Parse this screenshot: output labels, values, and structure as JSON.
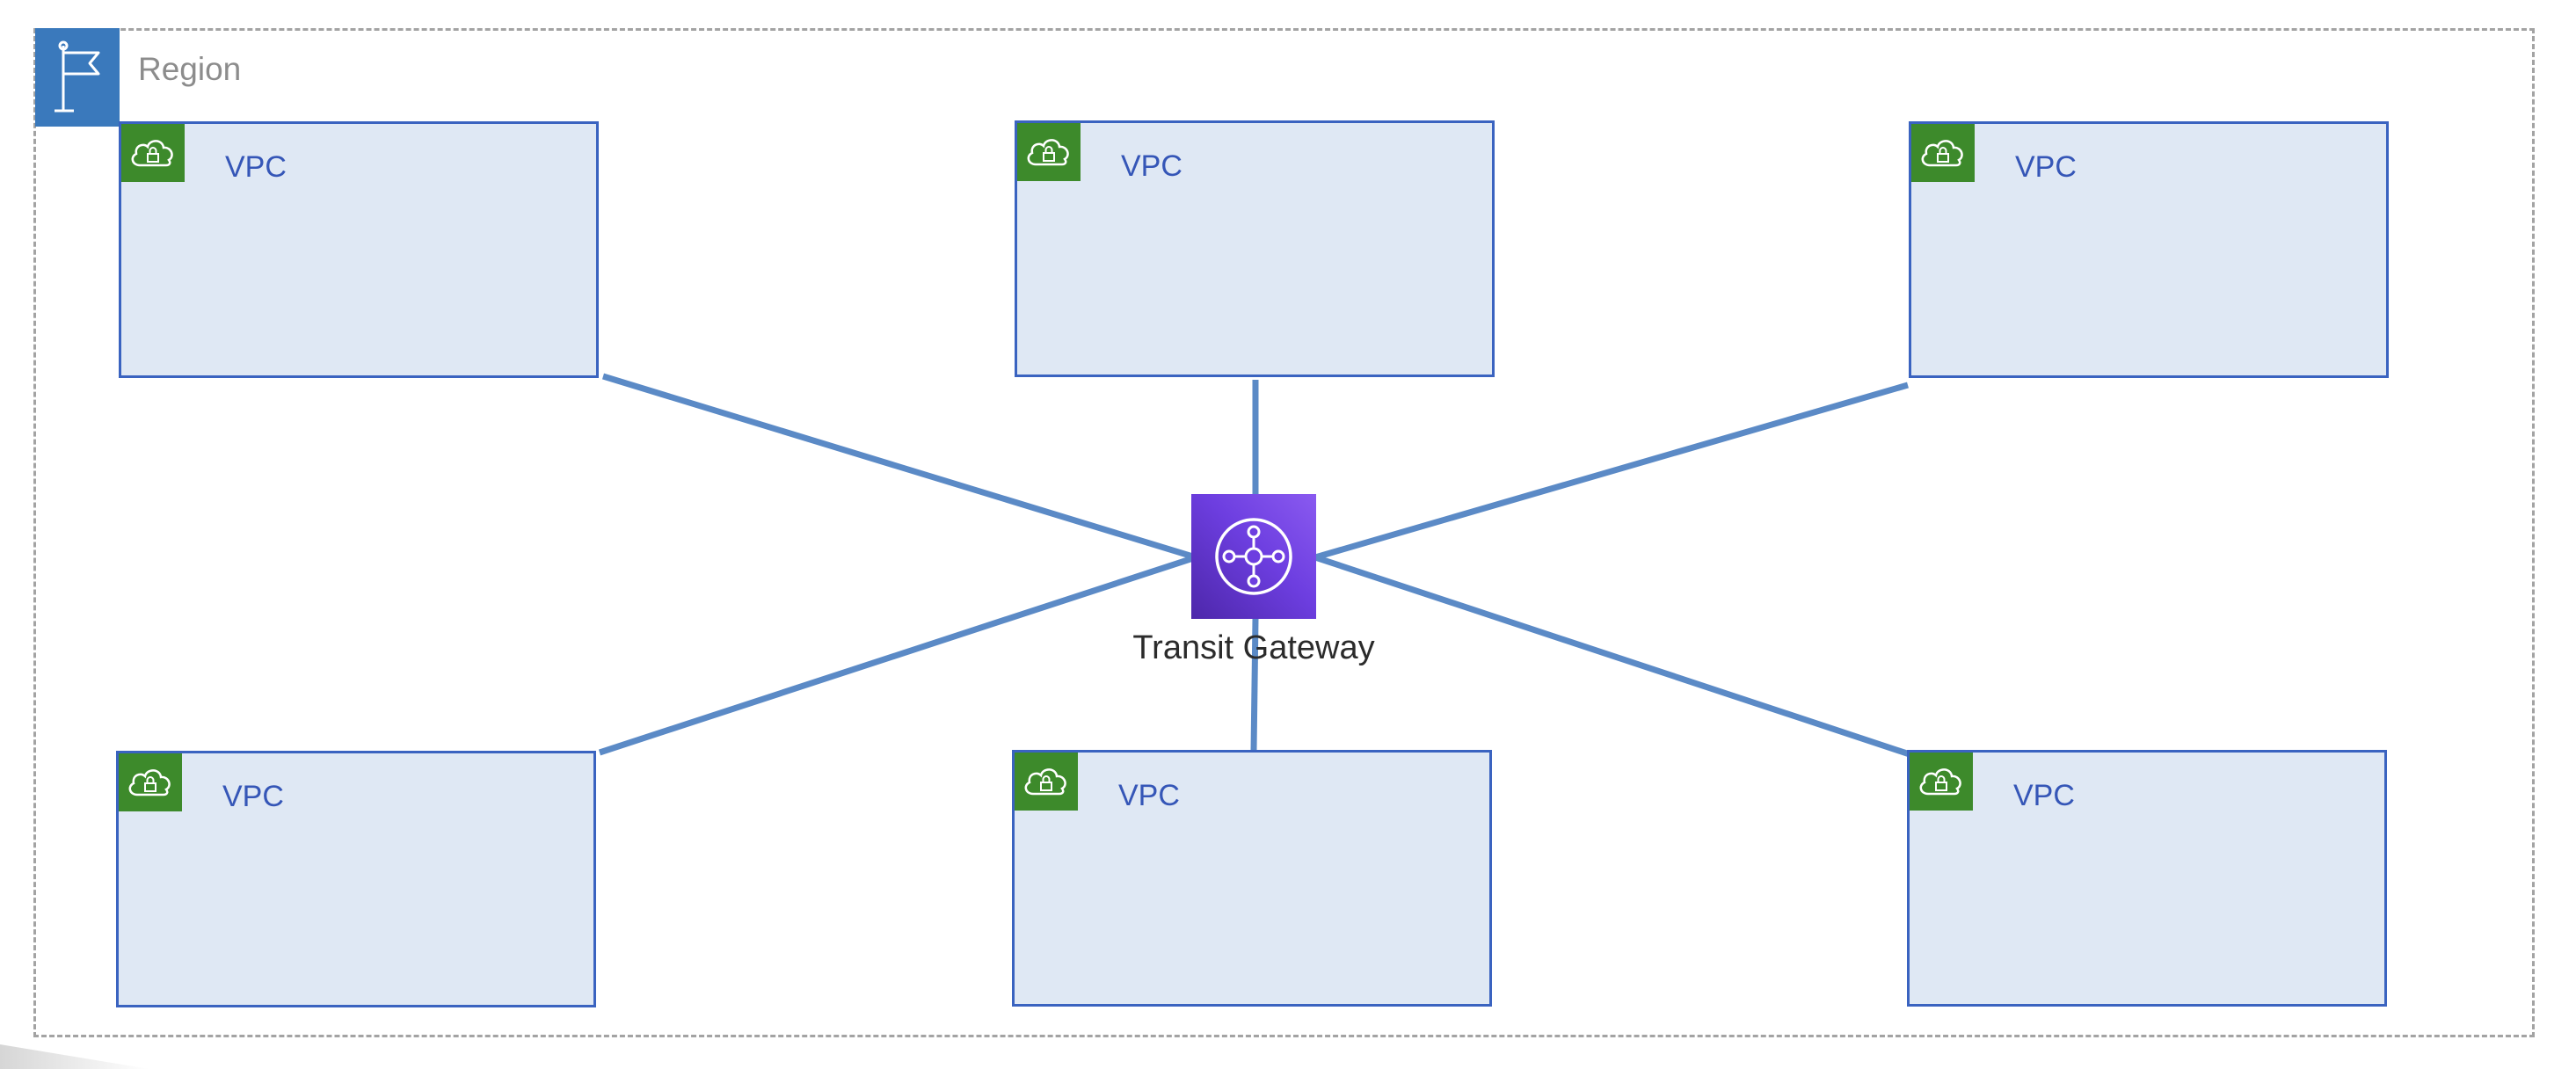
{
  "region": {
    "label": "Region",
    "icon": "flag-icon",
    "color": "#3a79bc"
  },
  "transit_gateway": {
    "label": "Transit Gateway",
    "icon": "transit-gateway-icon",
    "color": "#6d3ee0"
  },
  "vpcs": [
    {
      "label": "VPC",
      "icon": "vpc-cloud-lock-icon"
    },
    {
      "label": "VPC",
      "icon": "vpc-cloud-lock-icon"
    },
    {
      "label": "VPC",
      "icon": "vpc-cloud-lock-icon"
    },
    {
      "label": "VPC",
      "icon": "vpc-cloud-lock-icon"
    },
    {
      "label": "VPC",
      "icon": "vpc-cloud-lock-icon"
    },
    {
      "label": "VPC",
      "icon": "vpc-cloud-lock-icon"
    }
  ],
  "colors": {
    "connector": "#5b8ac6",
    "vpc_border": "#3a63c0",
    "vpc_fill": "#dfe8f4",
    "vpc_icon_bg": "#3d8a2b"
  }
}
